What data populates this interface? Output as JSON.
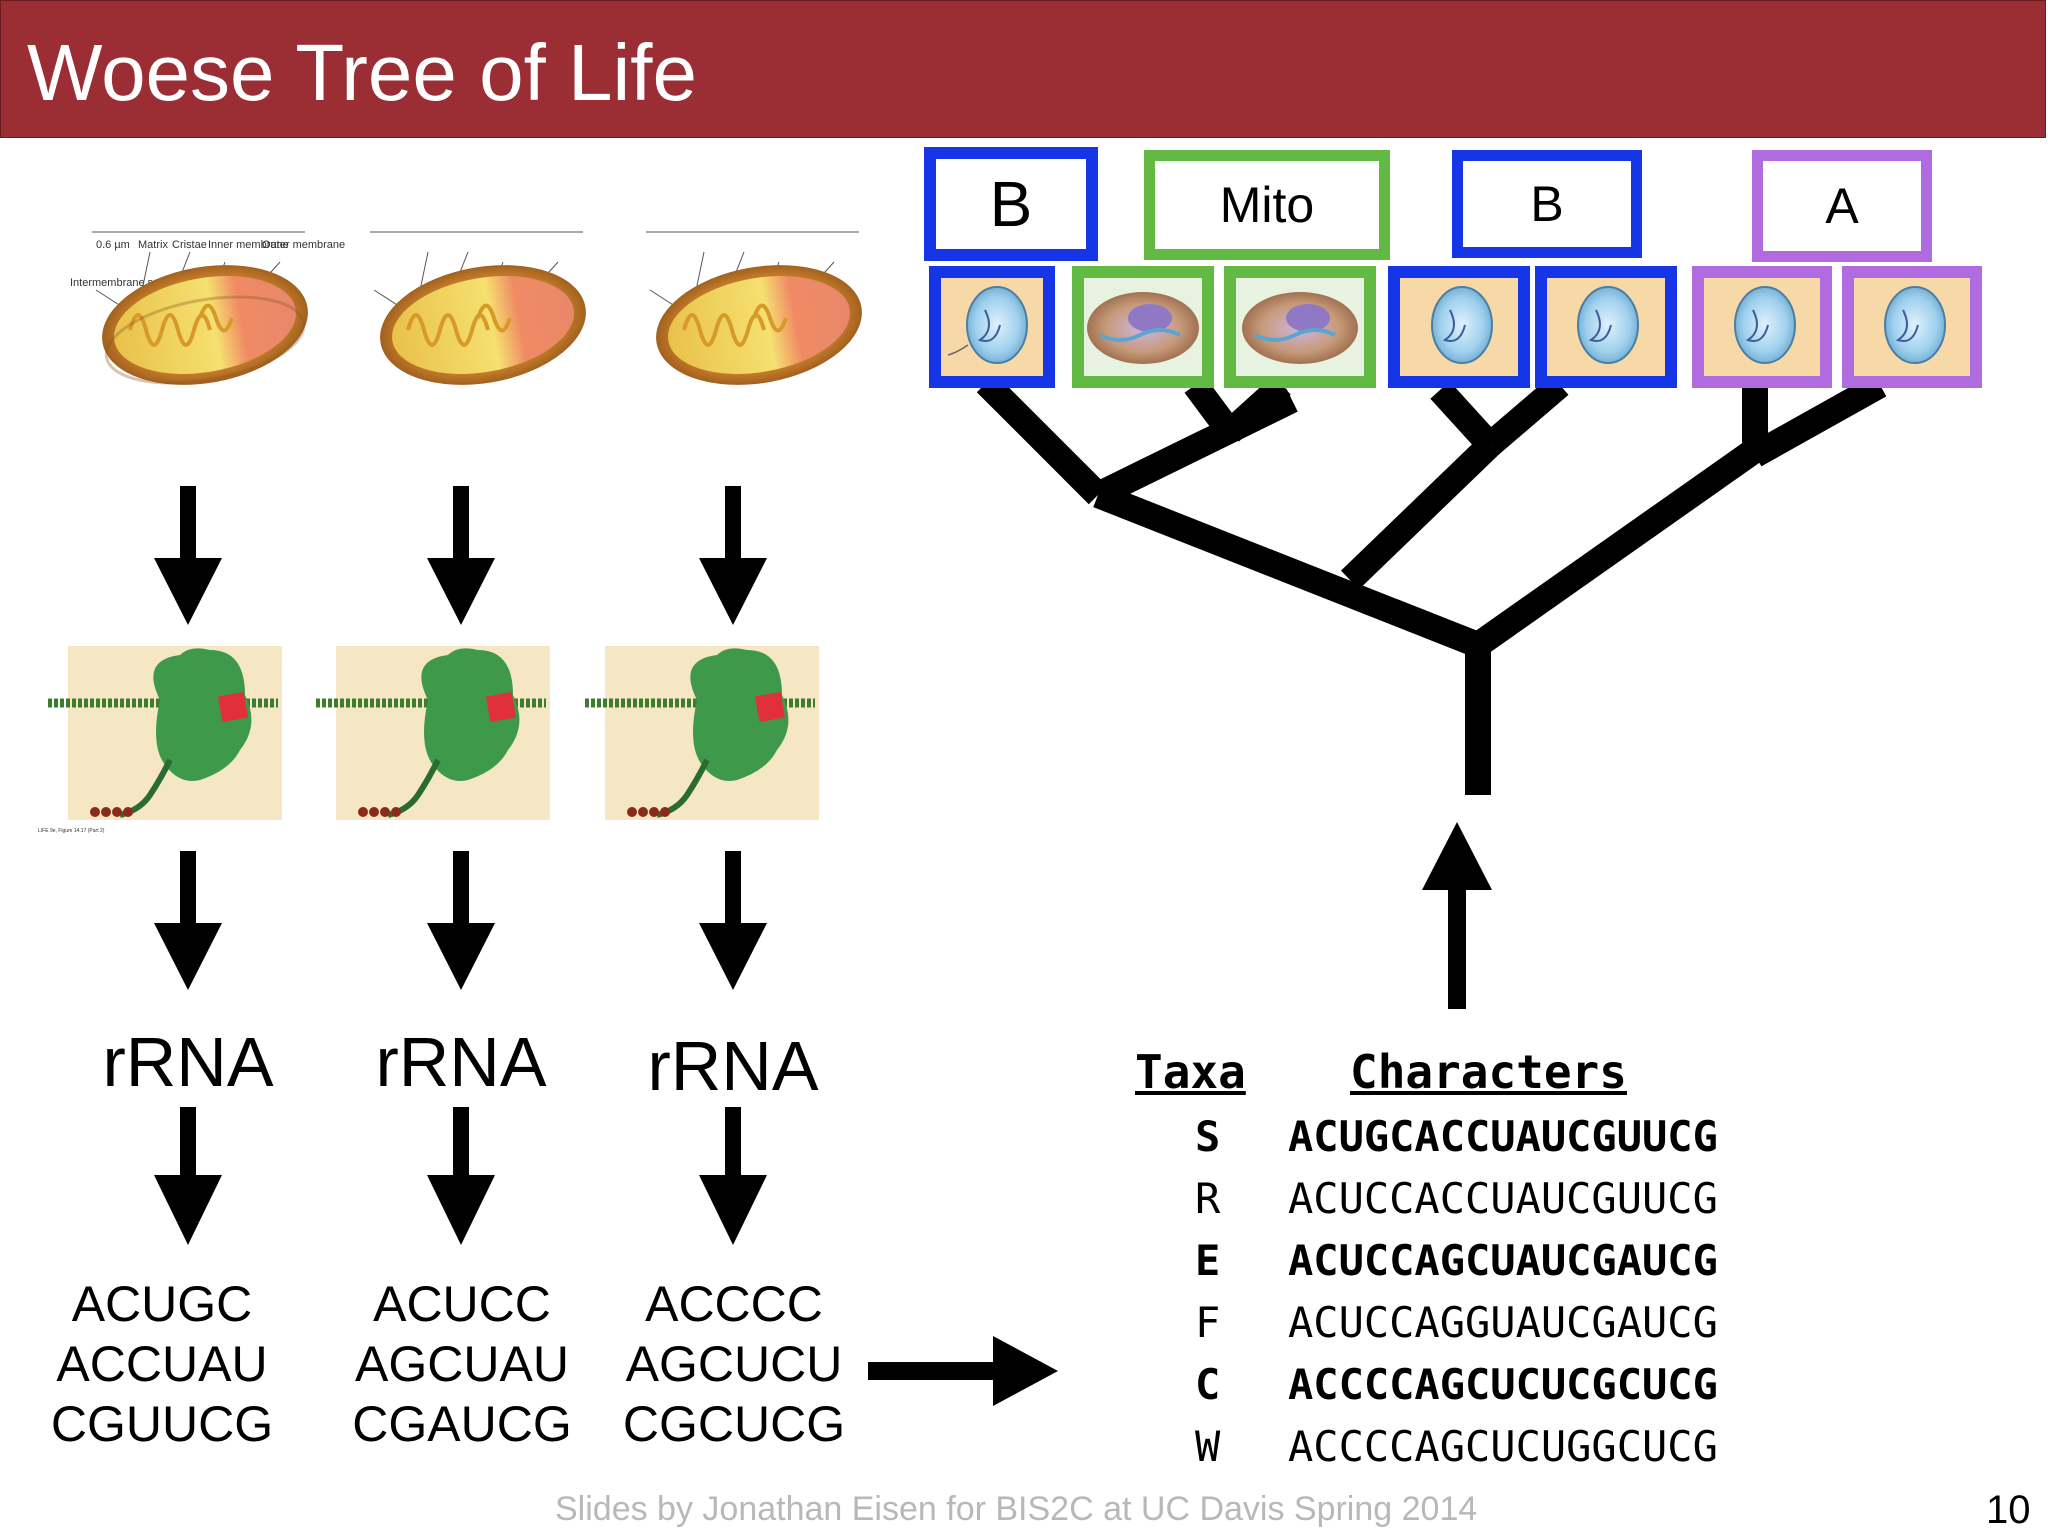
{
  "title": "Woese Tree of Life",
  "tree_labels": {
    "b1": "B",
    "mito": "Mito",
    "b2": "B",
    "a": "A"
  },
  "mito_labels": [
    "0.6 µm",
    "Matrix",
    "Cristae",
    "Inner membrane",
    "Outer membrane",
    "Intermembrane space"
  ],
  "ribo_caption": "LIFE 9e, Figure 14.17 (Part 2)",
  "rrna_label": "rRNA",
  "sequences": [
    [
      "ACUGC",
      "ACCUAU",
      "CGUUCG"
    ],
    [
      "ACUCC",
      "AGCUAU",
      "CGAUCG"
    ],
    [
      "ACCCC",
      "AGCUCU",
      "CGCUCG"
    ]
  ],
  "table": {
    "taxa_header": "Taxa",
    "characters_header": "Characters",
    "rows": [
      {
        "taxon": "S",
        "seq": "ACUGCACCUAUCGUUCG"
      },
      {
        "taxon": "R",
        "seq": "ACUCCACCUAUCGUUCG"
      },
      {
        "taxon": "E",
        "seq": "ACUCCAGCUAUCGAUCG"
      },
      {
        "taxon": "F",
        "seq": "ACUCCAGGUAUCGAUCG"
      },
      {
        "taxon": "C",
        "seq": "ACCCCAGCUCUCGCUCG"
      },
      {
        "taxon": "W",
        "seq": "ACCCCAGCUCUGGCUCG"
      }
    ]
  },
  "colors": {
    "title_bg": "#9b2d34",
    "bacteria": "#1535e6",
    "mito": "#62b944",
    "archaea": "#b06be0"
  },
  "footer": "Slides by Jonathan Eisen for BIS2C at UC Davis Spring 2014",
  "page_number": "10"
}
